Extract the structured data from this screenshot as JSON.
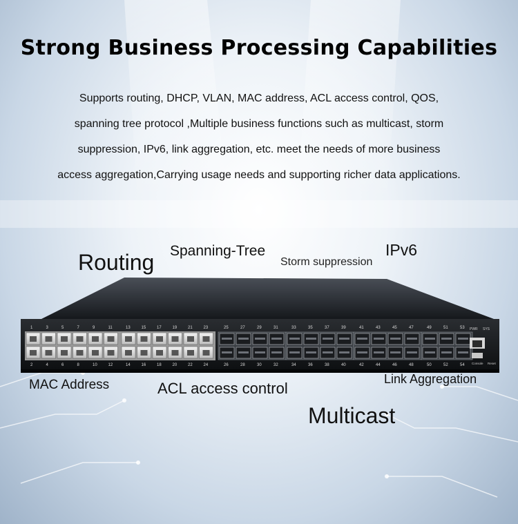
{
  "title": "Strong Business Processing Capabilities",
  "description": [
    "Supports routing, DHCP, VLAN, MAC address, ACL access control, QOS,",
    "spanning tree protocol ,Multiple business functions such as multicast, storm",
    "suppression, IPv6, link aggregation, etc. meet the needs of more business",
    "access aggregation,Carrying usage needs and supporting richer data applications."
  ],
  "features": {
    "routing": "Routing",
    "spanning_tree": "Spanning-Tree",
    "storm_suppression": "Storm suppression",
    "ipv6": "IPv6",
    "mac_address": "MAC Address",
    "acl": "ACL access control",
    "link_aggregation": "Link Aggregation",
    "multicast": "Multicast"
  },
  "switch": {
    "rj45_top": [
      "1",
      "3",
      "5",
      "7",
      "9",
      "11",
      "13",
      "15",
      "17",
      "19",
      "21",
      "23"
    ],
    "rj45_bottom": [
      "2",
      "4",
      "6",
      "8",
      "10",
      "12",
      "14",
      "16",
      "18",
      "20",
      "22",
      "24"
    ],
    "sfp_top": [
      "25",
      "27",
      "29",
      "31",
      "33",
      "35",
      "37",
      "39",
      "41",
      "43",
      "45",
      "47",
      "49",
      "51",
      "53"
    ],
    "sfp_bottom": [
      "26",
      "28",
      "30",
      "32",
      "34",
      "36",
      "38",
      "40",
      "42",
      "44",
      "46",
      "48",
      "50",
      "52",
      "54"
    ],
    "led_labels": [
      "PWR",
      "SYS"
    ],
    "console_label": "Console",
    "reset_label": "Reset"
  }
}
